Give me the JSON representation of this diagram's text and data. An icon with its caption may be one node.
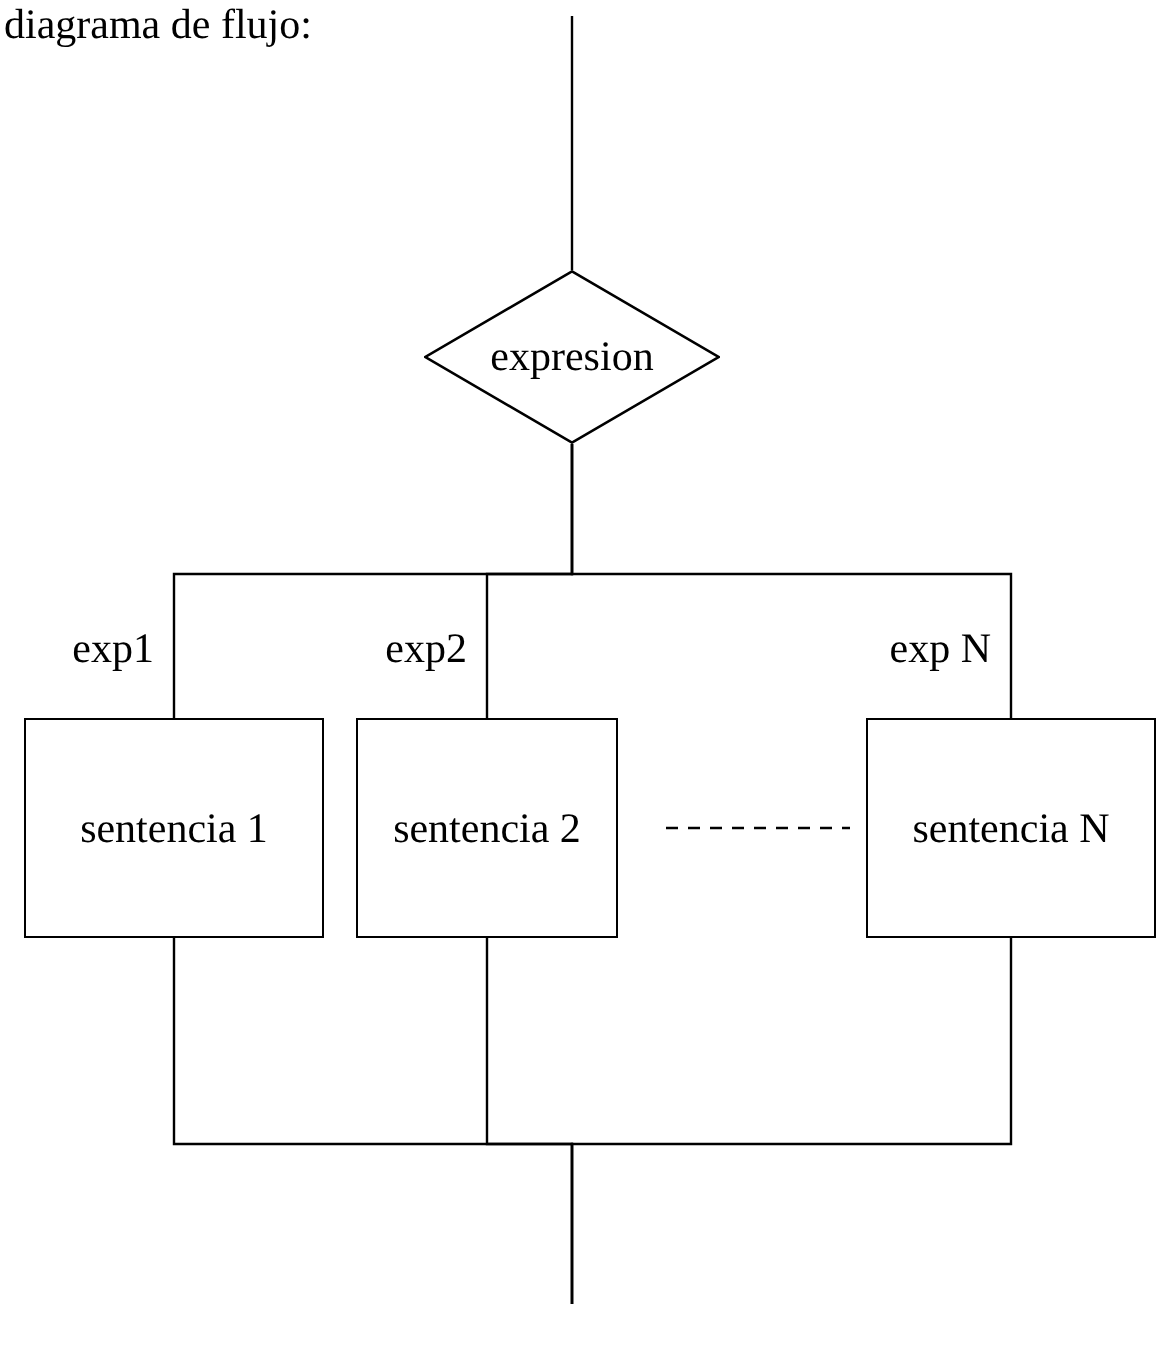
{
  "diagram": {
    "nodes": [
      {
        "text": [
          "expresion"
        ]
      },
      {
        "text": [
          "sentencia 1"
        ]
      },
      {
        "text": [
          "sentencia 2"
        ]
      },
      {
        "text": [
          "sentencia N"
        ]
      }
    ],
    "edges": [
      {
        "from": null,
        "to": 0,
        "arrow": "none"
      },
      {
        "from": 0,
        "to": 1,
        "arrow": "none",
        "label": "exp1"
      },
      {
        "from": 0,
        "to": 2,
        "arrow": "none",
        "label": "exp2"
      },
      {
        "from": 0,
        "to": 3,
        "arrow": "none",
        "label": "exp N"
      },
      {
        "from": 2,
        "to": 3,
        "arrow": "none",
        "style": "dashed"
      },
      {
        "from": 1,
        "to": null,
        "arrow": "none"
      },
      {
        "from": 2,
        "to": null,
        "arrow": "none"
      },
      {
        "from": 3,
        "to": null,
        "arrow": "none"
      }
    ],
    "labels": [
      "diagrama de flujo:"
    ]
  }
}
